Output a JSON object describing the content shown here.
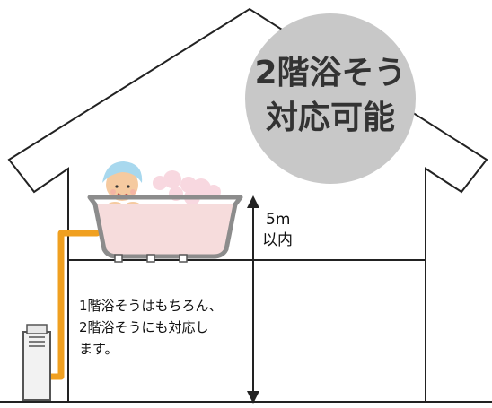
{
  "badge": {
    "line1": "2階浴そう",
    "line2": "対応可能",
    "color": "#c8c8c8"
  },
  "height_label": {
    "line1": "5m",
    "line2": "以内"
  },
  "description": {
    "line1": "1階浴そうはもちろん、",
    "line2": "2階浴そうにも対応し",
    "line3": "ます。"
  },
  "colors": {
    "pipe": "#f0a020",
    "bathtub_water": "#f6dcdc",
    "bathtub_rim": "#8c8c8c",
    "cap": "#a8d8ee",
    "bubbles": "#f8d8e0",
    "house_line": "#222222"
  },
  "icons": [
    "water-heater-icon",
    "person-bathing-icon",
    "bubbles-icon",
    "double-arrow-icon"
  ]
}
